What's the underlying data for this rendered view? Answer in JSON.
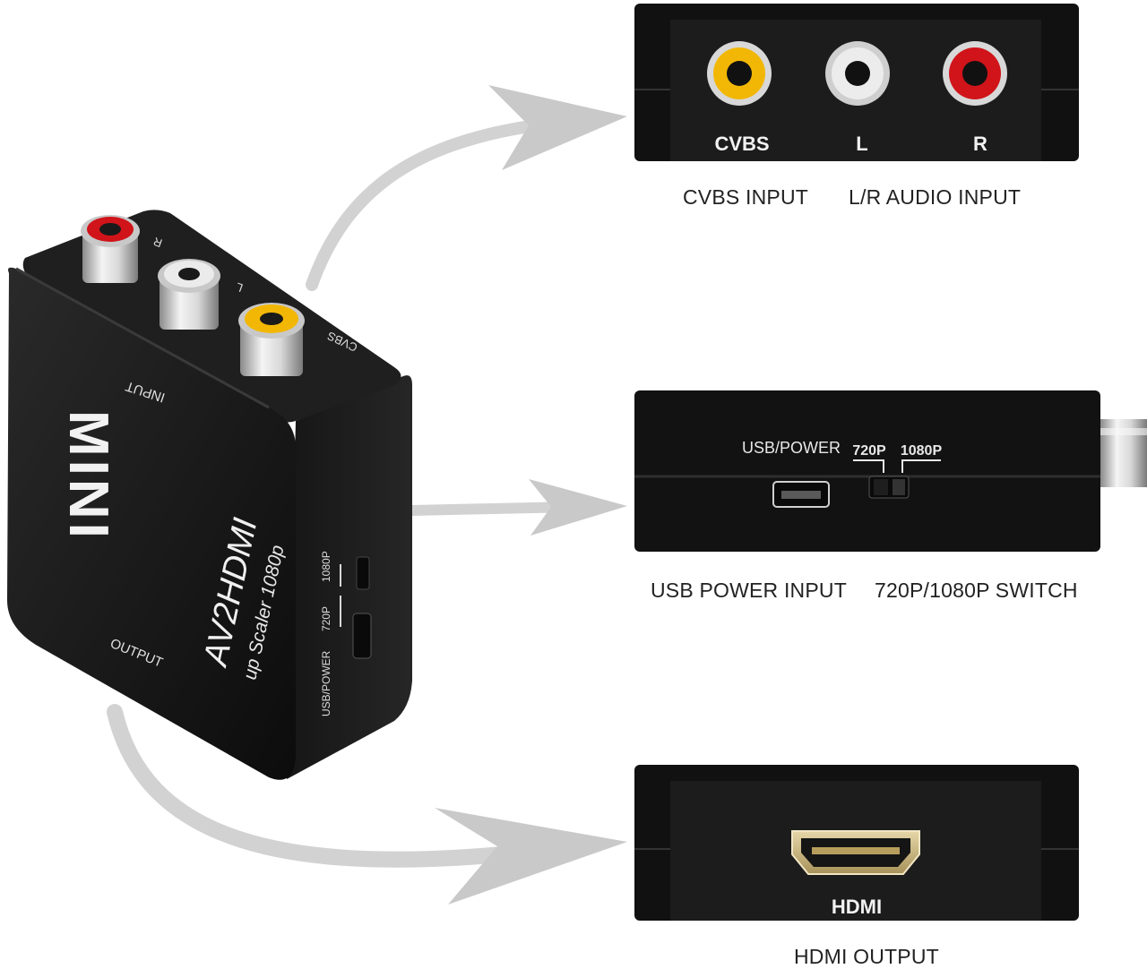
{
  "device": {
    "brand": "MINI",
    "model": "AV2HDMI",
    "subtitle": "up Scaler 1080p",
    "input_label": "INPUT",
    "output_label": "OUTPUT",
    "jack_labels": {
      "r": "R",
      "l": "L",
      "cvbs": "CVBS"
    },
    "side_labels": {
      "usb_power": "USB/POWER",
      "p720": "720P",
      "p1080": "1080P"
    }
  },
  "panels": {
    "input": {
      "port_labels": [
        "CVBS",
        "L",
        "R"
      ],
      "jack_colors": [
        "#f2b705",
        "#e8e8e8",
        "#d0141a"
      ],
      "captions": {
        "cvbs": "CVBS INPUT",
        "audio": "L/R AUDIO INPUT"
      }
    },
    "power": {
      "usb_label": "USB/POWER",
      "switch_labels": [
        "720P",
        "1080P"
      ],
      "captions": {
        "usb": "USB POWER INPUT",
        "switch": "720P/1080P SWITCH"
      }
    },
    "output": {
      "port_label": "HDMI",
      "caption": "HDMI OUTPUT"
    }
  },
  "colors": {
    "body": "#121212",
    "face": "#1b1b1b",
    "arrow": "#c9c9c9",
    "caption": "#222222"
  }
}
